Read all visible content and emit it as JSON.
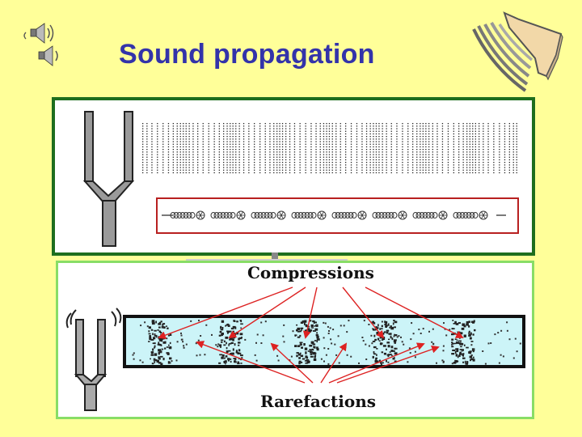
{
  "slide": {
    "title": "Sound propagation"
  },
  "icons": {
    "speaker": "speaker-sound-icon",
    "horn": "megaphone-icon"
  },
  "diagram": {
    "compressions_label": "Compressions",
    "rarefactions_label": "Rarefactions"
  },
  "colors": {
    "background": "#ffff99",
    "title": "#3333aa",
    "top_frame": "#1e6e1e",
    "bottom_frame": "#88dd66",
    "arrow": "#dd2222",
    "tube_fill": "#ccf4f8"
  }
}
